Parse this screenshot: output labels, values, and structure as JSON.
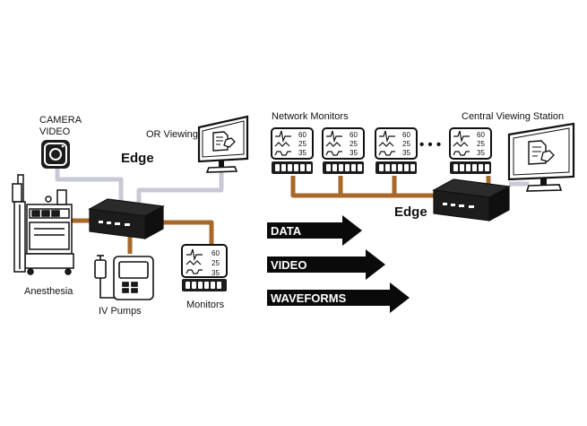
{
  "colors": {
    "data_line": "#a8682a",
    "video_line": "#c9c8d6",
    "device": "#1c1c1c",
    "outline": "#111111"
  },
  "labels": {
    "camera_line1": "CAMERA",
    "camera_line2": "VIDEO",
    "or_viewing": "OR Viewing",
    "edge_left": "Edge",
    "edge_right": "Edge",
    "anesthesia": "Anesthesia",
    "iv_pumps": "IV Pumps",
    "monitors": "Monitors",
    "network_monitors": "Network Monitors",
    "central_viewing_station": "Central Viewing Station",
    "ellipsis": "• • •"
  },
  "monitor_values": {
    "v1": "60",
    "v2": "25",
    "v3": "35"
  },
  "arrows": [
    {
      "label": "DATA"
    },
    {
      "label": "VIDEO"
    },
    {
      "label": "WAVEFORMS"
    }
  ]
}
